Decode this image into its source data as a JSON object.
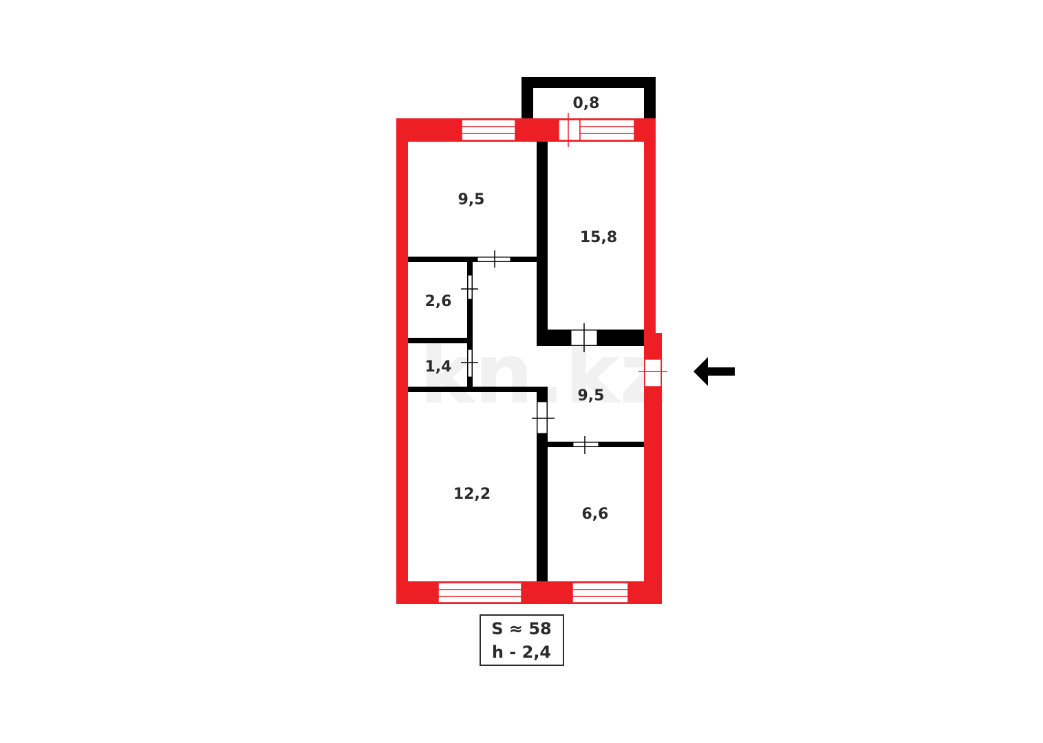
{
  "floorplan": {
    "colors": {
      "exterior_wall": "#ee1f24",
      "interior_wall": "#000000",
      "text": "#2b2b2b",
      "background": "#ffffff"
    },
    "watermark": "kn.kz",
    "rooms": [
      {
        "id": "balcony",
        "area": "0,8"
      },
      {
        "id": "room-top-left",
        "area": "9,5"
      },
      {
        "id": "room-top-right",
        "area": "15,8"
      },
      {
        "id": "bathroom",
        "area": "2,6"
      },
      {
        "id": "toilet",
        "area": "1,4"
      },
      {
        "id": "hallway",
        "area": "9,5"
      },
      {
        "id": "room-bottom-left",
        "area": "12,2"
      },
      {
        "id": "kitchen",
        "area": "6,6"
      }
    ],
    "summary": {
      "area": "S ≈ 58",
      "height": "h - 2,4"
    },
    "entrance_arrow": "arrow-left-icon"
  }
}
